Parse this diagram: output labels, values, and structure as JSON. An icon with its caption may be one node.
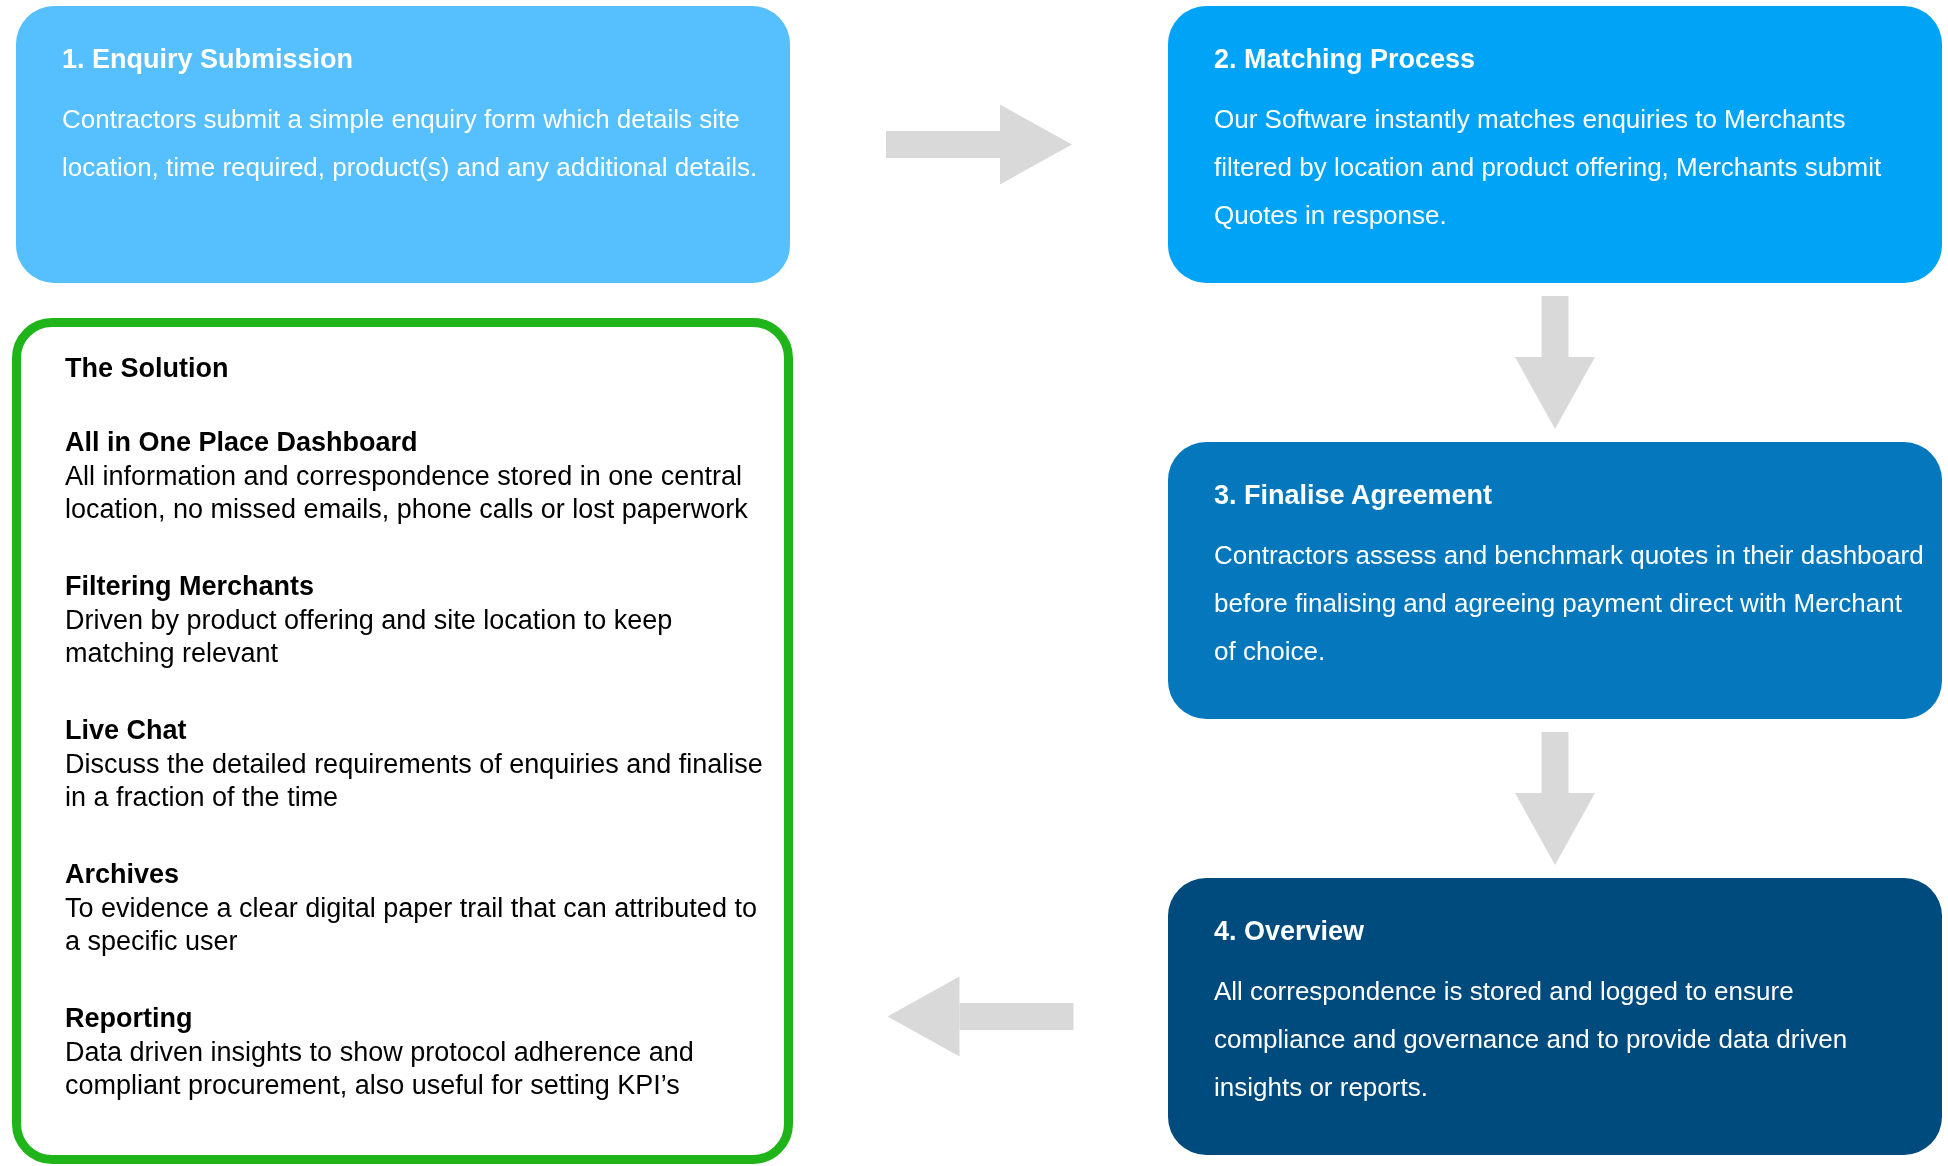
{
  "diagram": {
    "nodes": [
      {
        "text": [
          "1. Enquiry Submission",
          "Contractors submit a simple enquiry form which details site location, time required, product(s) and any additional details."
        ]
      },
      {
        "text": [
          "2. Matching Process",
          "Our Software instantly matches enquiries to Merchants filtered by location and product offering, Merchants submit Quotes in response."
        ]
      },
      {
        "text": [
          "3. Finalise Agreement",
          "Contractors assess and benchmark quotes in their dashboard before finalising and agreeing payment direct with Merchant of choice."
        ]
      },
      {
        "text": [
          "4. Overview",
          "All correspondence is stored and logged to ensure compliance and governance and to provide data driven insights or reports."
        ]
      },
      {
        "text": [
          "The Solution",
          "All in One Place Dashboard",
          "All information and correspondence stored in one central location, no missed emails, phone calls or lost paperwork",
          "Filtering Merchants",
          "Driven by product offering and site location to keep matching relevant",
          "Live Chat",
          "Discuss the detailed requirements of enquiries and finalise in a fraction of the time",
          "Archives",
          "To evidence a clear digital paper trail that can attributed to a specific user",
          "Reporting",
          "Data driven insights to show protocol adherence and compliant procurement, also useful for setting KPI’s"
        ]
      }
    ],
    "edges": [
      {
        "from": 0,
        "to": 1,
        "arrow": "to"
      },
      {
        "from": 1,
        "to": 2,
        "arrow": "to"
      },
      {
        "from": 2,
        "to": 3,
        "arrow": "to"
      },
      {
        "from": 3,
        "to": 4,
        "arrow": "to"
      }
    ]
  }
}
